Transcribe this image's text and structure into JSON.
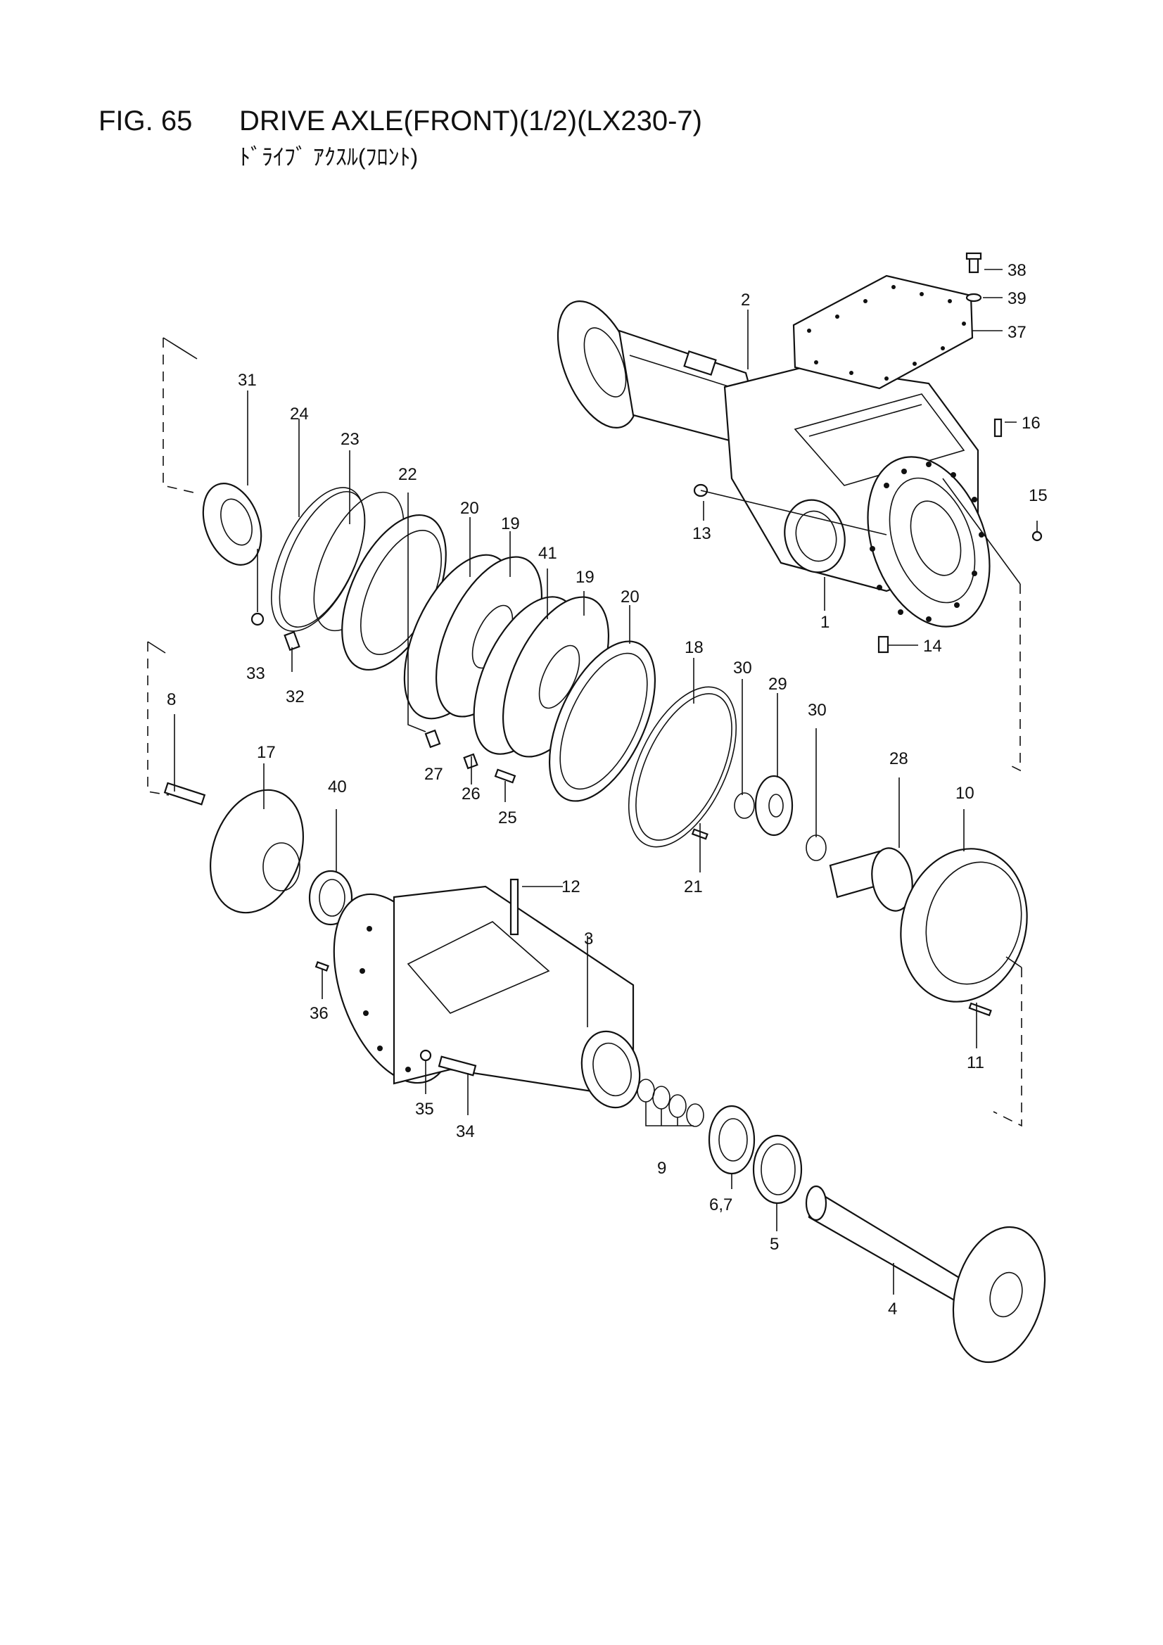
{
  "header": {
    "fig_number": "FIG. 65",
    "title": "DRIVE AXLE(FRONT)(1/2)(LX230-7)",
    "subtitle": "ﾄﾞﾗｲﾌﾞ ｱｸｽﾙ(ﾌﾛﾝﾄ)"
  },
  "callouts": {
    "c1": "1",
    "c2": "2",
    "c3": "3",
    "c4": "4",
    "c5": "5",
    "c67": "6,7",
    "c8": "8",
    "c9": "9",
    "c10": "10",
    "c11": "11",
    "c12": "12",
    "c13": "13",
    "c14": "14",
    "c15": "15",
    "c16": "16",
    "c17": "17",
    "c18": "18",
    "c19a": "19",
    "c19b": "19",
    "c20a": "20",
    "c20b": "20",
    "c21": "21",
    "c22": "22",
    "c23": "23",
    "c24": "24",
    "c25": "25",
    "c26": "26",
    "c27": "27",
    "c28": "28",
    "c29": "29",
    "c30a": "30",
    "c30b": "30",
    "c31": "31",
    "c32": "32",
    "c33": "33",
    "c34": "34",
    "c35": "35",
    "c36": "36",
    "c37": "37",
    "c38": "38",
    "c39": "39",
    "c40": "40",
    "c41": "41"
  }
}
